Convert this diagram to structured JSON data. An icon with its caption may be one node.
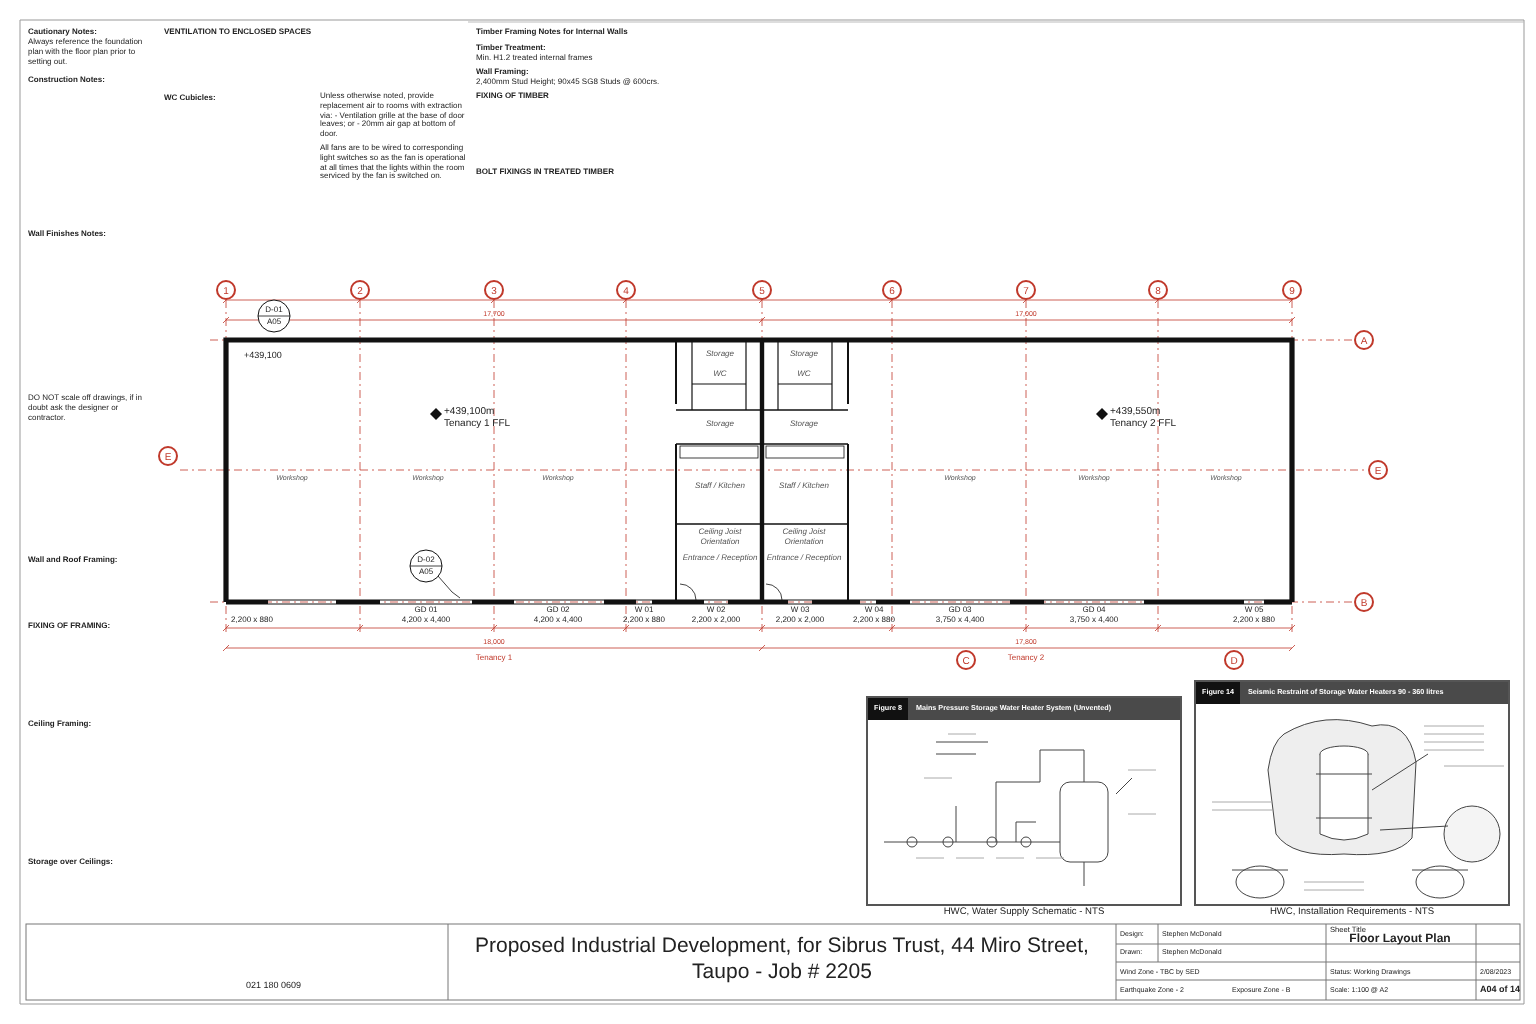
{
  "diagram": {
    "title": "Proposed Industrial Development, for Sibrus Trust, 44 Miro Street, Taupo - Job # 2205",
    "nodes": [
      {
        "text": [
          "Figure 8",
          "Mains Pressure Storage Water Heater System (Unvented)"
        ],
        "beside": [
          "HWC, Water Supply Schematic - NTS"
        ]
      },
      {
        "text": [
          "Figure 14",
          "Seismic Restraint of Storage Water Heaters 90 - 360 litres"
        ],
        "beside": [
          "HWC, Installation Requirements - NTS"
        ]
      }
    ],
    "labels": [
      "Cautionary Notes:",
      "Always reference the foundation plan with the floor plan prior to setting out.",
      "Construction Notes:",
      "Wall Finishes Notes:",
      "DO NOT scale off drawings, if in doubt ask the designer or contractor.",
      "Wall and Roof Framing:",
      "FIXING OF FRAMING:",
      "Ceiling Framing:",
      "Storage over Ceilings:",
      "VENTILATION TO ENCLOSED SPACES",
      "WC Cubicles:",
      "Unless otherwise noted, provide replacement air to rooms with extraction via: - Ventilation grille at the base of door leaves; or - 20mm air gap at bottom of door.",
      "All fans are to be wired to corresponding light switches so as the fan is operational at all times that the lights within the room serviced by the fan is switched on.",
      "Timber Framing Notes for Internal Walls",
      "Timber Treatment:",
      "Min. H1.2 treated internal frames",
      "Wall Framing:",
      "2,400mm Stud Height; 90x45 SG8 Studs @ 600crs.",
      "FIXING OF TIMBER",
      "BOLT FIXINGS IN TREATED TIMBER",
      "+439,100",
      "+439,100m Tenancy 1 FFL",
      "+439,550m Tenancy 2 FFL",
      "Workshop",
      "Workshop",
      "Workshop",
      "Workshop",
      "Workshop",
      "Workshop",
      "Storage",
      "Storage",
      "WC",
      "WC",
      "Storage",
      "Storage",
      "Staff / Kitchen",
      "Staff / Kitchen",
      "Ceiling Joist Orientation",
      "Ceiling Joist Orientation",
      "Entrance / Reception",
      "Entrance / Reception",
      "17,700",
      "17,000",
      "2,200 x 880",
      "GD 01",
      "4,200 x 4,400",
      "GD 02",
      "4,200 x 4,400",
      "W 01",
      "2,200 x 880",
      "W 02",
      "2,200 x 2,000",
      "W 03",
      "2,200 x 2,000",
      "W 04",
      "2,200 x 880",
      "GD 03",
      "3,750 x 4,400",
      "GD 04",
      "3,750 x 4,400",
      "W 05",
      "2,200 x 880",
      "18,000",
      "17,800",
      "Tenancy 1",
      "Tenancy 2",
      "1",
      "2",
      "3",
      "4",
      "5",
      "6",
      "7",
      "8",
      "9",
      "A",
      "B",
      "C",
      "D",
      "E",
      "E",
      "D-01",
      "A05",
      "D-02",
      "A05",
      "021 180 0609",
      "Design:",
      "Stephen McDonald",
      "Drawn:",
      "Stephen McDonald",
      "Wind Zone - TBC by SED",
      "Earthquake Zone - 2",
      "Exposure Zone - B",
      "Sheet Title",
      "Floor Layout Plan",
      "Status: Working Drawings",
      "2/08/2023",
      "Scale: 1:100 @ A2",
      "A04 of 14"
    ]
  }
}
